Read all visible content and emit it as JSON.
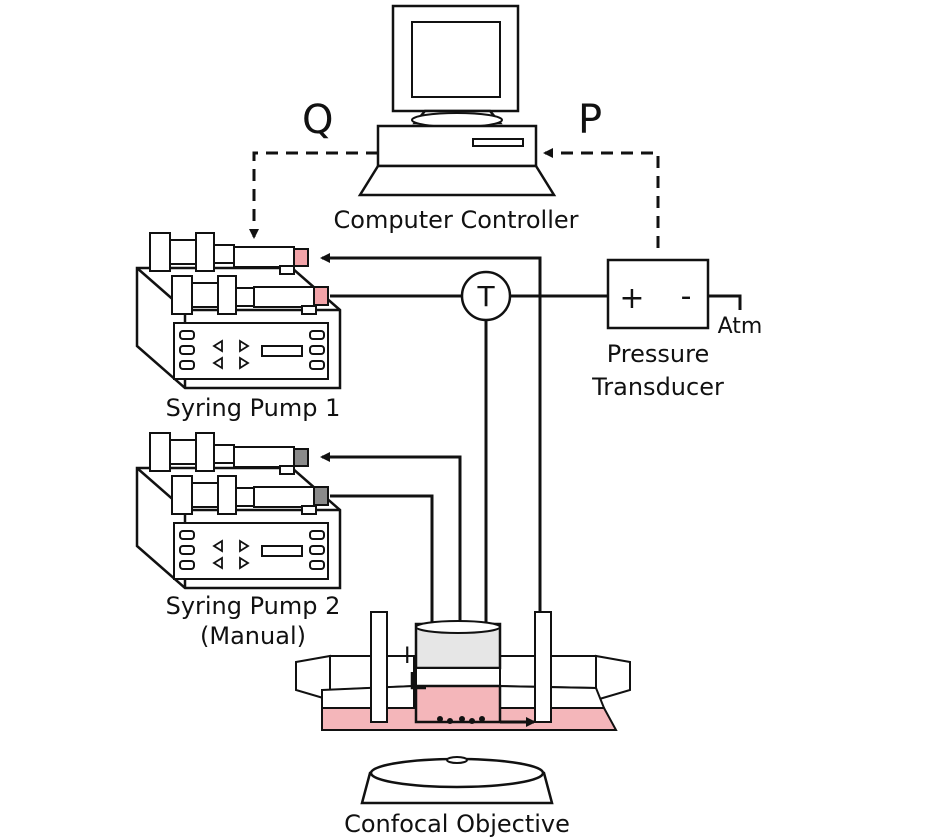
{
  "labels": {
    "signal_q": "Q",
    "signal_p": "P",
    "computer": "Computer Controller",
    "pump1": "Syring Pump 1",
    "pump2_line1": "Syring Pump 2",
    "pump2_line2": "(Manual)",
    "transducer_line1": "Pressure",
    "transducer_line2": "Transducer",
    "plus": "+",
    "minus": "-",
    "atm": "Atm",
    "tee": "T",
    "inlet_marker": "I",
    "objective": "Confocal Objective"
  },
  "colors": {
    "stroke": "#111111",
    "syringe_tip_pink": "#f2a3a8",
    "fluid_pink": "#f4b6ba",
    "syringe_gray": "#8a8a8a",
    "chamber_gray": "#e6e6e6"
  }
}
